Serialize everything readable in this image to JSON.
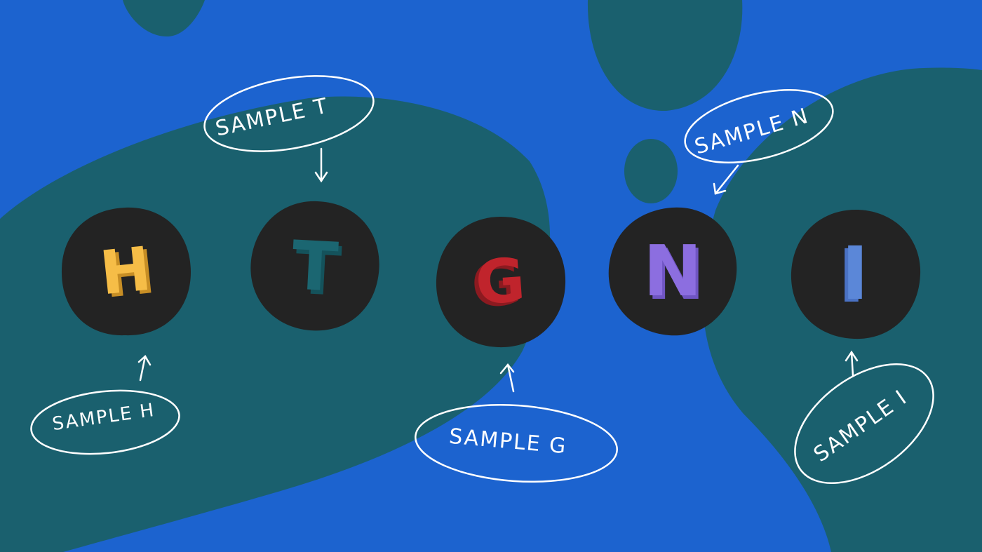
{
  "colors": {
    "background": "#1c63cf",
    "blob": "#1a606e",
    "circle": "#232323",
    "annotation": "#ffffff"
  },
  "samples": [
    {
      "letter": "H",
      "label": "SAMPLE H",
      "color": "#f6bd47"
    },
    {
      "letter": "T",
      "label": "SAMPLE T",
      "color": "#1b6671"
    },
    {
      "letter": "G",
      "label": "SAMPLE G",
      "color": "#c0242c"
    },
    {
      "letter": "N",
      "label": "SAMPLE N",
      "color": "#8c6ee0"
    },
    {
      "letter": "I",
      "label": "SAMPLE I",
      "color": "#5b87d8"
    }
  ]
}
